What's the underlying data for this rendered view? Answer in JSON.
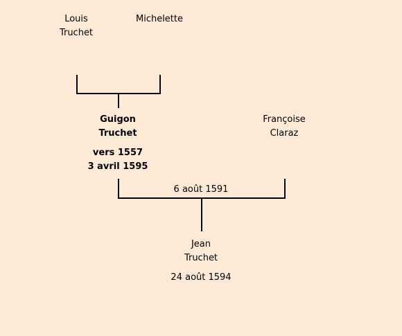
{
  "persons": {
    "louis": {
      "first": "Louis",
      "last": "Truchet"
    },
    "michelette": {
      "first": "Michelette"
    },
    "guigon": {
      "first": "Guigon",
      "last": "Truchet",
      "birth": "vers 1557",
      "death": "3 avril 1595"
    },
    "francoise": {
      "first": "Françoise",
      "last": "Claraz"
    },
    "jean": {
      "first": "Jean",
      "last": "Truchet",
      "birth": "24 août 1594"
    }
  },
  "marriages": {
    "guigon_francoise": "6 août 1591"
  },
  "colors": {
    "background": "#fcead7",
    "line": "#000000"
  }
}
